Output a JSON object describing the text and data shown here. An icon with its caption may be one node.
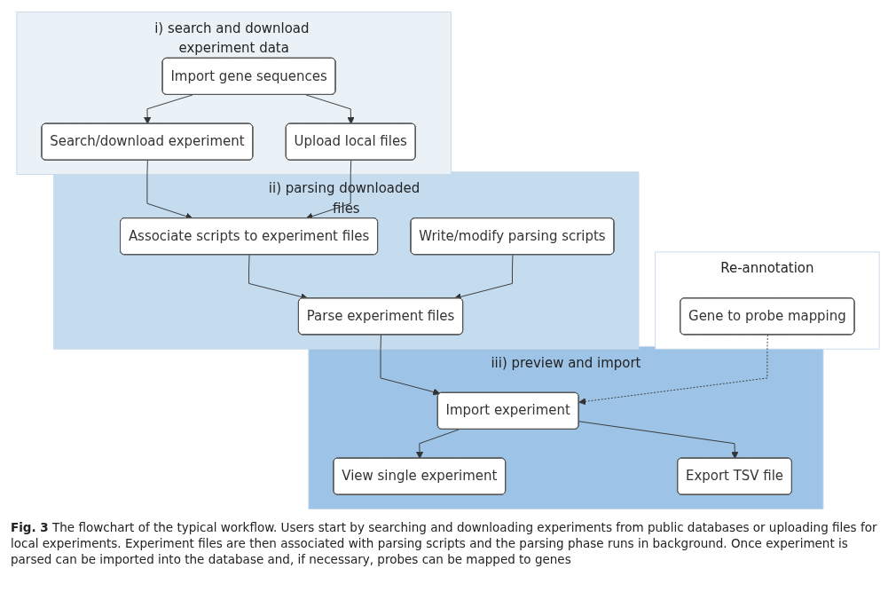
{
  "diagram": {
    "caption": "**Fig. 3** The flowchart of the typical workflow. Users start by searching and downloading experiments from public databases or uploading files for local experiments. Experiment files are then associated with parsing scripts and the parsing phase runs in background. Once experiment is parsed can be imported into the database and, if necessary, probes can be mapped to genes",
    "nodes": [
      {
        "text": [
          "i) search and download experiment data"
        ]
      },
      {
        "text": [
          "Import gene sequences"
        ],
        "in": 0
      },
      {
        "text": [
          "Search/download experiment"
        ],
        "in": 0
      },
      {
        "text": [
          "Upload local files"
        ],
        "in": 0
      },
      {
        "text": [
          "ii) parsing downloaded files"
        ]
      },
      {
        "text": [
          "Associate scripts to experiment files"
        ],
        "in": 4
      },
      {
        "text": [
          "Write/modify parsing scripts"
        ],
        "in": 4
      },
      {
        "text": [
          "Parse experiment files"
        ],
        "in": 4
      },
      {
        "text": [
          "Re-annotation"
        ]
      },
      {
        "text": [
          "Gene to probe mapping"
        ],
        "in": 8
      },
      {
        "text": [
          "iii) preview and import"
        ]
      },
      {
        "text": [
          "Import experiment"
        ],
        "in": 10
      },
      {
        "text": [
          "View single experiment"
        ],
        "in": 10
      },
      {
        "text": [
          "Export TSV file"
        ],
        "in": 10
      }
    ],
    "edges": [
      {
        "from": 1,
        "to": 2,
        "arrow": "to"
      },
      {
        "from": 1,
        "to": 3,
        "arrow": "to"
      },
      {
        "from": 2,
        "to": 5,
        "arrow": "to"
      },
      {
        "from": 3,
        "to": 5,
        "arrow": "to"
      },
      {
        "from": 5,
        "to": 7,
        "arrow": "to"
      },
      {
        "from": 6,
        "to": 7,
        "arrow": "to"
      },
      {
        "from": 7,
        "to": 11,
        "arrow": "to"
      },
      {
        "from": 9,
        "to": 11,
        "arrow": "to",
        "style": "dashed"
      },
      {
        "from": 11,
        "to": 12,
        "arrow": "to"
      },
      {
        "from": 11,
        "to": 13,
        "arrow": "to"
      }
    ]
  }
}
